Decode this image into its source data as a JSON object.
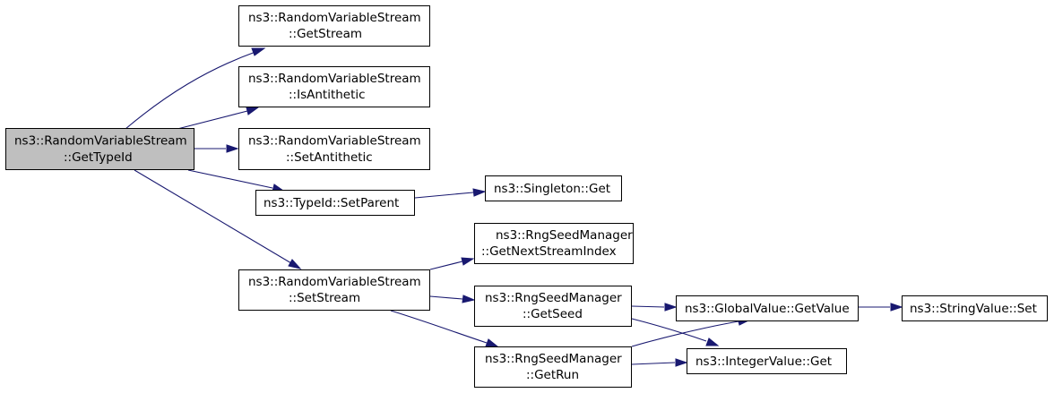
{
  "colors": {
    "edge": "#191970",
    "root_fill": "#bfbfbf",
    "node_fill": "#ffffff",
    "node_border": "#000000"
  },
  "nodes": {
    "root": {
      "line1": "ns3::RandomVariableStream",
      "line2": "::GetTypeId"
    },
    "getstream": {
      "line1": "ns3::RandomVariableStream",
      "line2": "::GetStream"
    },
    "isantithetic": {
      "line1": "ns3::RandomVariableStream",
      "line2": "::IsAntithetic"
    },
    "setantithetic": {
      "line1": "ns3::RandomVariableStream",
      "line2": "::SetAntithetic"
    },
    "setparent": {
      "line1": "ns3::TypeId::SetParent"
    },
    "singletonget": {
      "line1": "ns3::Singleton::Get"
    },
    "setstream": {
      "line1": "ns3::RandomVariableStream",
      "line2": "::SetStream"
    },
    "getnextstreamindex": {
      "line1": "ns3::RngSeedManager",
      "line2": "::GetNextStreamIndex"
    },
    "getseed": {
      "line1": "ns3::RngSeedManager",
      "line2": "::GetSeed"
    },
    "getrun": {
      "line1": "ns3::RngSeedManager",
      "line2": "::GetRun"
    },
    "globalgetvalue": {
      "line1": "ns3::GlobalValue::GetValue"
    },
    "integerget": {
      "line1": "ns3::IntegerValue::Get"
    },
    "stringset": {
      "line1": "ns3::StringValue::Set"
    }
  }
}
